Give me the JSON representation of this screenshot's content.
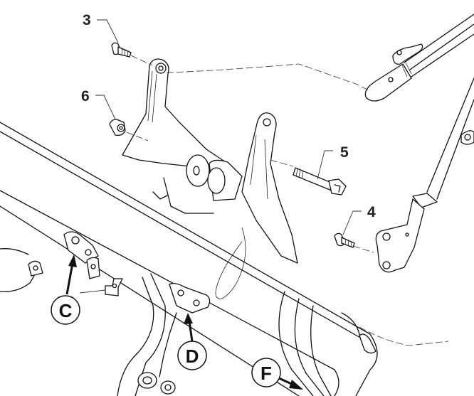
{
  "diagram": {
    "type": "exploded-view assembly illustration",
    "part_numbers": [
      {
        "id": "3",
        "label": "3",
        "part": "bolt"
      },
      {
        "id": "6",
        "label": "6",
        "part": "nut"
      },
      {
        "id": "5",
        "label": "5",
        "part": "long bolt"
      },
      {
        "id": "4",
        "label": "4",
        "part": "bolt"
      }
    ],
    "detail_callouts": [
      {
        "id": "C",
        "label": "C"
      },
      {
        "id": "D",
        "label": "D"
      },
      {
        "id": "F",
        "label": "F"
      }
    ],
    "colors": {
      "line": "#111111",
      "background": "#ffffff"
    }
  }
}
